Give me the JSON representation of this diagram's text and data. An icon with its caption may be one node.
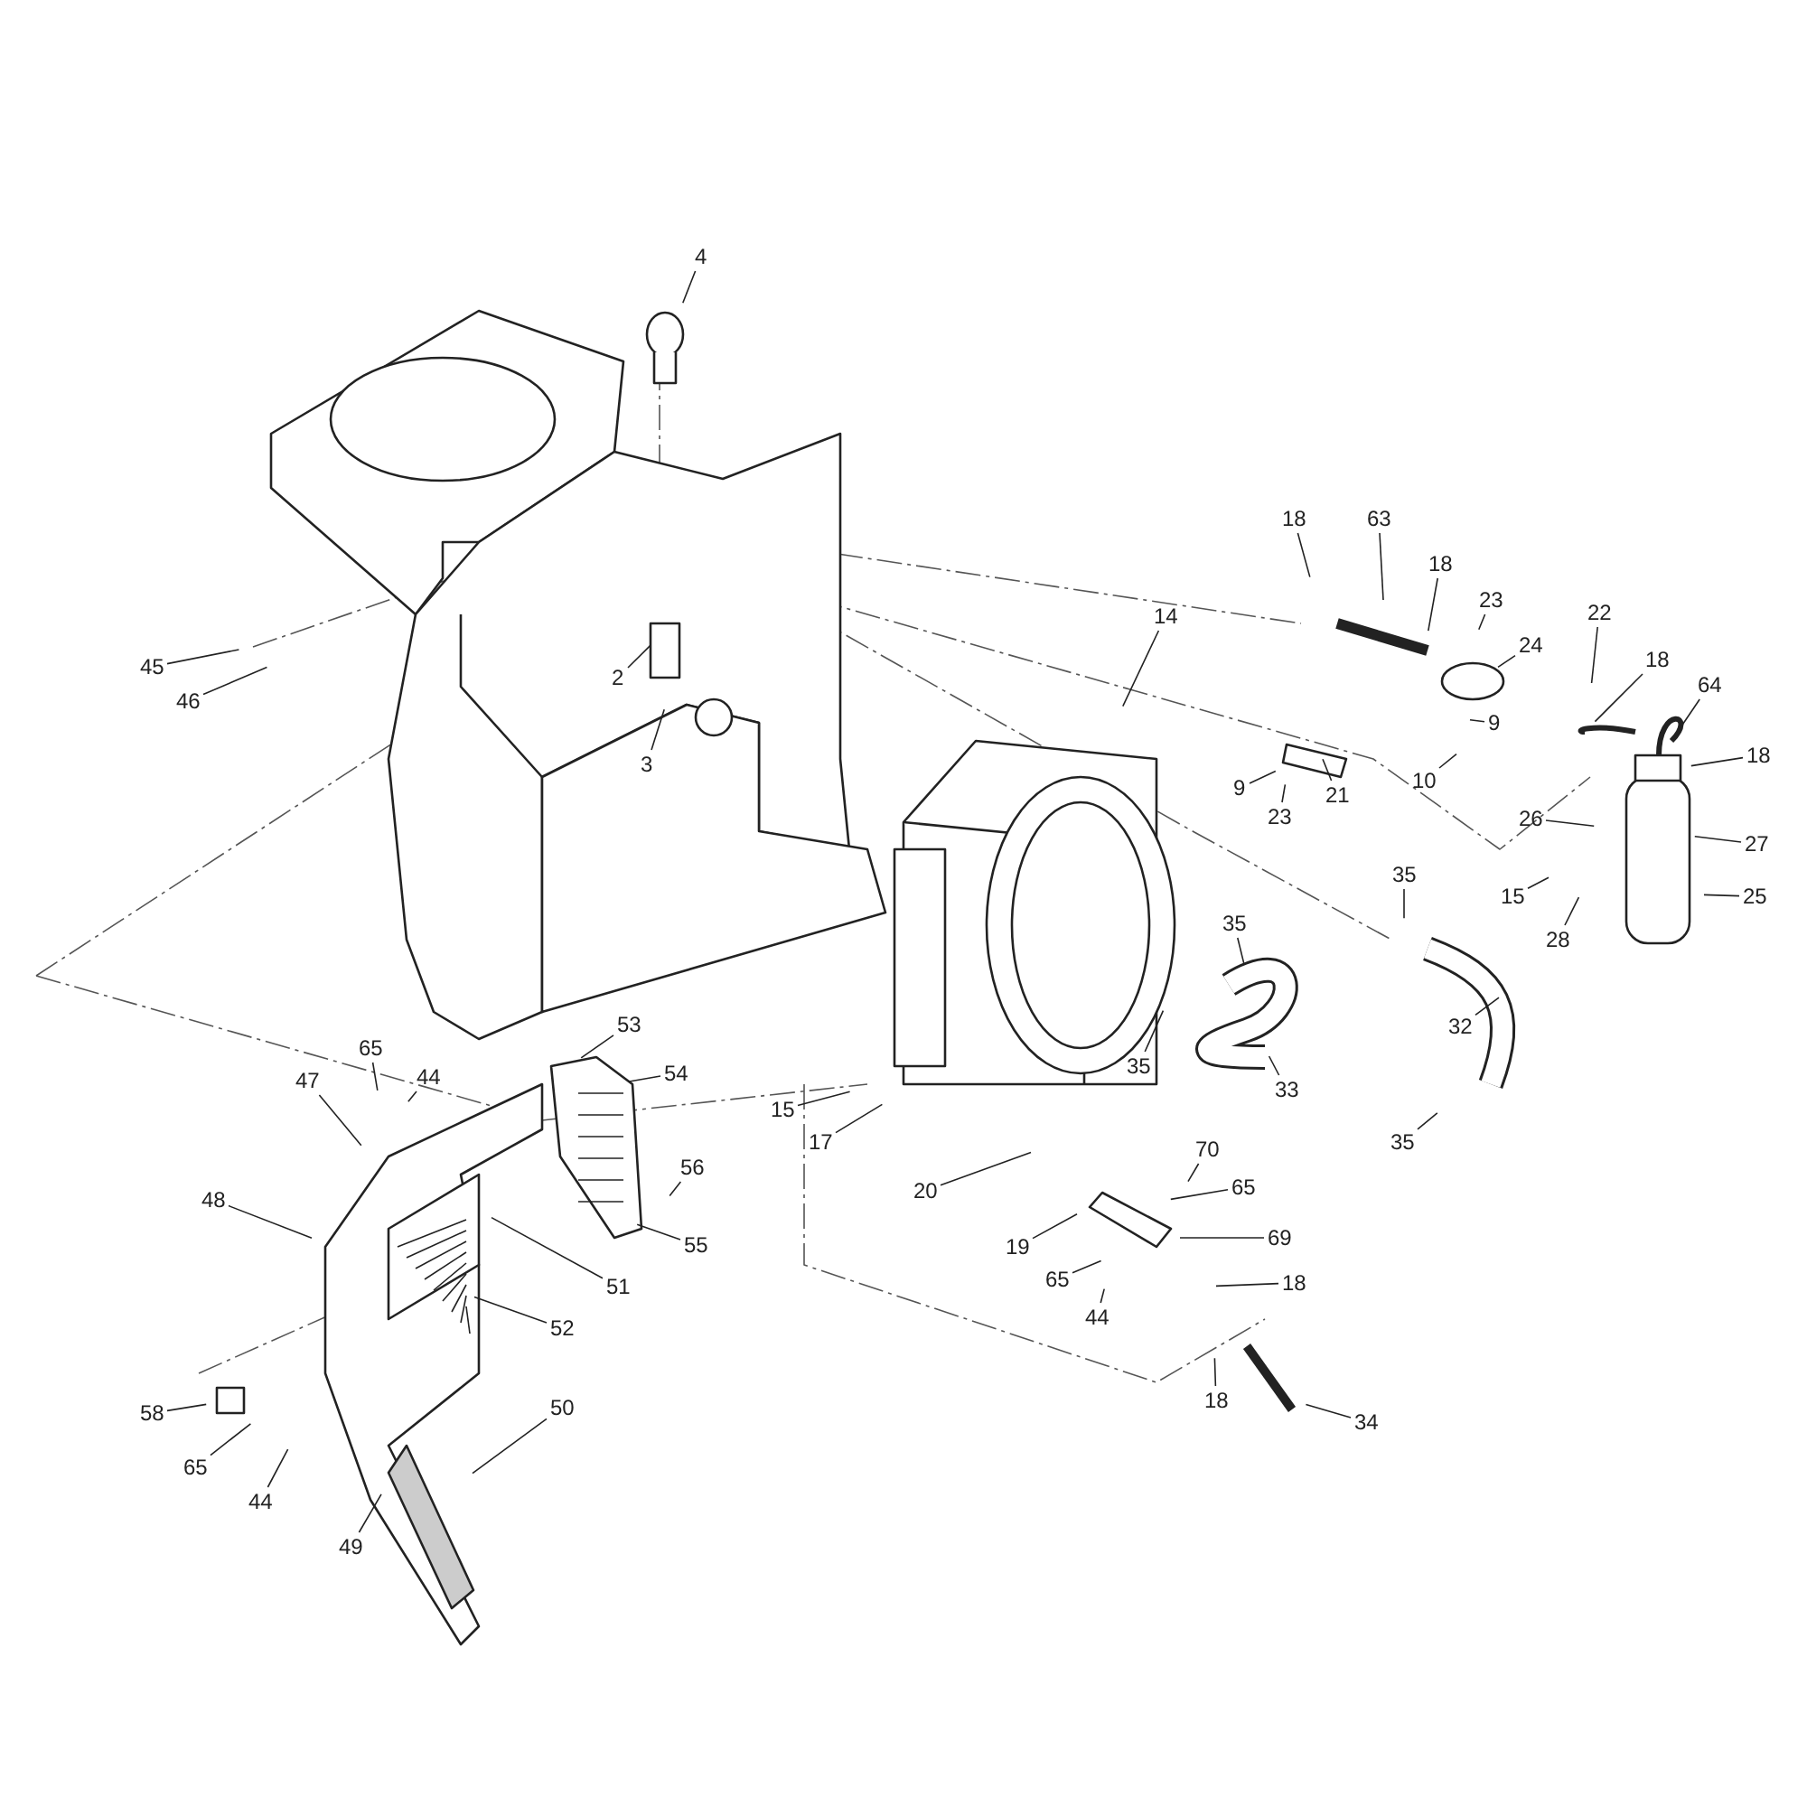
{
  "diagram": {
    "nodes": [
      {
        "text": [
          "4"
        ]
      },
      {
        "text": [
          "18"
        ]
      },
      {
        "text": [
          "63"
        ]
      },
      {
        "text": [
          "18"
        ]
      },
      {
        "text": [
          "23"
        ]
      },
      {
        "text": [
          "24"
        ]
      },
      {
        "text": [
          "22"
        ]
      },
      {
        "text": [
          "14"
        ]
      },
      {
        "text": [
          "45"
        ]
      },
      {
        "text": [
          "46"
        ]
      },
      {
        "text": [
          "2"
        ]
      },
      {
        "text": [
          "3"
        ]
      },
      {
        "text": [
          "18"
        ]
      },
      {
        "text": [
          "64"
        ]
      },
      {
        "text": [
          "9"
        ]
      },
      {
        "text": [
          "10"
        ]
      },
      {
        "text": [
          "9"
        ]
      },
      {
        "text": [
          "21"
        ]
      },
      {
        "text": [
          "23"
        ]
      },
      {
        "text": [
          "18"
        ]
      },
      {
        "text": [
          "26"
        ]
      },
      {
        "text": [
          "27"
        ]
      },
      {
        "text": [
          "15"
        ]
      },
      {
        "text": [
          "28"
        ]
      },
      {
        "text": [
          "25"
        ]
      },
      {
        "text": [
          "35"
        ]
      },
      {
        "text": [
          "35"
        ]
      },
      {
        "text": [
          "32"
        ]
      },
      {
        "text": [
          "35"
        ]
      },
      {
        "text": [
          "33"
        ]
      },
      {
        "text": [
          "35"
        ]
      },
      {
        "text": [
          "65"
        ]
      },
      {
        "text": [
          "44"
        ]
      },
      {
        "text": [
          "53"
        ]
      },
      {
        "text": [
          "54"
        ]
      },
      {
        "text": [
          "47"
        ]
      },
      {
        "text": [
          "15"
        ]
      },
      {
        "text": [
          "17"
        ]
      },
      {
        "text": [
          "56"
        ]
      },
      {
        "text": [
          "20"
        ]
      },
      {
        "text": [
          "70"
        ]
      },
      {
        "text": [
          "48"
        ]
      },
      {
        "text": [
          "55"
        ]
      },
      {
        "text": [
          "65"
        ]
      },
      {
        "text": [
          "19"
        ]
      },
      {
        "text": [
          "69"
        ]
      },
      {
        "text": [
          "51"
        ]
      },
      {
        "text": [
          "65"
        ]
      },
      {
        "text": [
          "44"
        ]
      },
      {
        "text": [
          "18"
        ]
      },
      {
        "text": [
          "52"
        ]
      },
      {
        "text": [
          "18"
        ]
      },
      {
        "text": [
          "34"
        ]
      },
      {
        "text": [
          "58"
        ]
      },
      {
        "text": [
          "65"
        ]
      },
      {
        "text": [
          "44"
        ]
      },
      {
        "text": [
          "50"
        ]
      },
      {
        "text": [
          "49"
        ]
      }
    ],
    "edges": [
      {
        "from": 0,
        "to": null,
        "arrow": "none"
      },
      {
        "from": 1,
        "to": null,
        "arrow": "none"
      },
      {
        "from": 2,
        "to": null,
        "arrow": "none"
      },
      {
        "from": 3,
        "to": null,
        "arrow": "none"
      },
      {
        "from": 4,
        "to": null,
        "arrow": "none"
      },
      {
        "from": 5,
        "to": null,
        "arrow": "none"
      },
      {
        "from": 6,
        "to": null,
        "arrow": "none"
      },
      {
        "from": 7,
        "to": null,
        "arrow": "none"
      },
      {
        "from": 8,
        "to": null,
        "arrow": "none"
      },
      {
        "from": 9,
        "to": null,
        "arrow": "none"
      },
      {
        "from": 10,
        "to": null,
        "arrow": "none"
      },
      {
        "from": 11,
        "to": null,
        "arrow": "none"
      },
      {
        "from": 12,
        "to": null,
        "arrow": "none"
      },
      {
        "from": 13,
        "to": null,
        "arrow": "none"
      },
      {
        "from": 14,
        "to": null,
        "arrow": "none"
      },
      {
        "from": 15,
        "to": null,
        "arrow": "none"
      },
      {
        "from": 16,
        "to": null,
        "arrow": "none"
      },
      {
        "from": 17,
        "to": null,
        "arrow": "none"
      },
      {
        "from": 18,
        "to": null,
        "arrow": "none"
      },
      {
        "from": 19,
        "to": null,
        "arrow": "none"
      },
      {
        "from": 20,
        "to": null,
        "arrow": "none"
      },
      {
        "from": 21,
        "to": null,
        "arrow": "none"
      },
      {
        "from": 22,
        "to": null,
        "arrow": "none"
      },
      {
        "from": 23,
        "to": null,
        "arrow": "none"
      },
      {
        "from": 24,
        "to": null,
        "arrow": "none"
      },
      {
        "from": 25,
        "to": null,
        "arrow": "none"
      },
      {
        "from": 26,
        "to": null,
        "arrow": "none"
      },
      {
        "from": 27,
        "to": null,
        "arrow": "none"
      },
      {
        "from": 28,
        "to": null,
        "arrow": "none"
      },
      {
        "from": 29,
        "to": null,
        "arrow": "none"
      },
      {
        "from": 30,
        "to": null,
        "arrow": "none"
      },
      {
        "from": 31,
        "to": null,
        "arrow": "none"
      },
      {
        "from": 32,
        "to": null,
        "arrow": "none"
      },
      {
        "from": 33,
        "to": null,
        "arrow": "none"
      },
      {
        "from": 34,
        "to": null,
        "arrow": "none"
      },
      {
        "from": 35,
        "to": null,
        "arrow": "none"
      },
      {
        "from": 36,
        "to": null,
        "arrow": "none"
      },
      {
        "from": 37,
        "to": null,
        "arrow": "none"
      },
      {
        "from": 38,
        "to": null,
        "arrow": "none"
      },
      {
        "from": 39,
        "to": null,
        "arrow": "none"
      },
      {
        "from": 40,
        "to": null,
        "arrow": "none"
      },
      {
        "from": 41,
        "to": null,
        "arrow": "none"
      },
      {
        "from": 42,
        "to": null,
        "arrow": "none"
      },
      {
        "from": 43,
        "to": null,
        "arrow": "none"
      },
      {
        "from": 44,
        "to": null,
        "arrow": "none"
      },
      {
        "from": 45,
        "to": null,
        "arrow": "none"
      },
      {
        "from": 46,
        "to": null,
        "arrow": "none"
      },
      {
        "from": 47,
        "to": null,
        "arrow": "none"
      },
      {
        "from": 48,
        "to": null,
        "arrow": "none"
      },
      {
        "from": 49,
        "to": null,
        "arrow": "none"
      },
      {
        "from": 50,
        "to": null,
        "arrow": "none"
      },
      {
        "from": 51,
        "to": null,
        "arrow": "none"
      },
      {
        "from": 52,
        "to": null,
        "arrow": "none"
      },
      {
        "from": 53,
        "to": null,
        "arrow": "none"
      },
      {
        "from": 54,
        "to": null,
        "arrow": "none"
      },
      {
        "from": 55,
        "to": null,
        "arrow": "none"
      },
      {
        "from": 56,
        "to": null,
        "arrow": "none"
      },
      {
        "from": 57,
        "to": null,
        "arrow": "none"
      }
    ]
  }
}
